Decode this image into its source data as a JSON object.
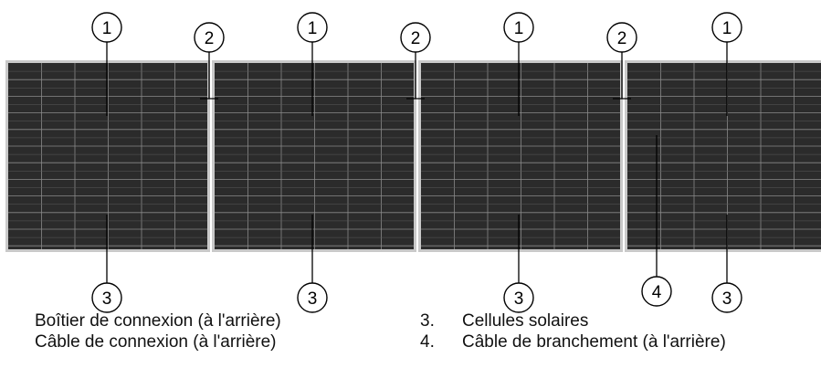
{
  "callouts": [
    {
      "number": "1"
    },
    {
      "number": "2"
    },
    {
      "number": "3"
    },
    {
      "number": "4"
    }
  ],
  "legend": [
    {
      "number": ".",
      "text": "Boîtier de connexion (à l'arrière)"
    },
    {
      "number": ".",
      "text": "Câble de connexion (à l'arrière)"
    },
    {
      "number": "3.",
      "text": "Cellules solaires"
    },
    {
      "number": "4.",
      "text": "Câble de branchement (à l'arrière)"
    }
  ],
  "colors": {
    "panel_frame": "#c9c9c9",
    "panel_cell": "#2b2b2b",
    "cell_grid": "#8a8a8a",
    "leader_line": "#000000"
  }
}
